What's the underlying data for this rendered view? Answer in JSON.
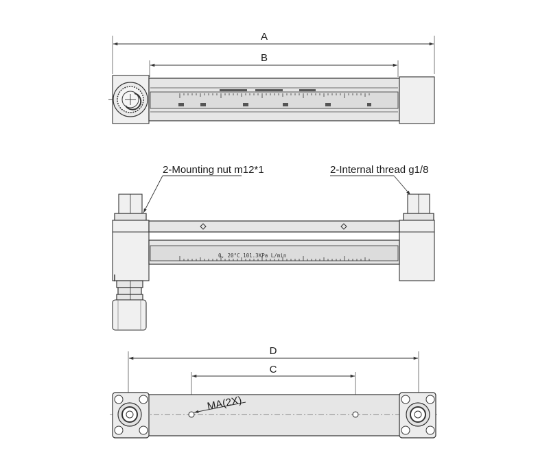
{
  "dimensions": {
    "a": "A",
    "b": "B",
    "c": "C",
    "d": "D"
  },
  "callouts": {
    "mounting_nut": "2-Mounting nut m12*1",
    "internal_thread": "2-Internal thread g1/8",
    "mounting_holes": "MA(2X)"
  },
  "tube_scale": {
    "conditions_text": "0, 20°C   101.3KPa   L/min"
  },
  "colors": {
    "line": "#333333",
    "part_fill": "#e6e6e6",
    "glass_fill": "#dcdcdc"
  }
}
